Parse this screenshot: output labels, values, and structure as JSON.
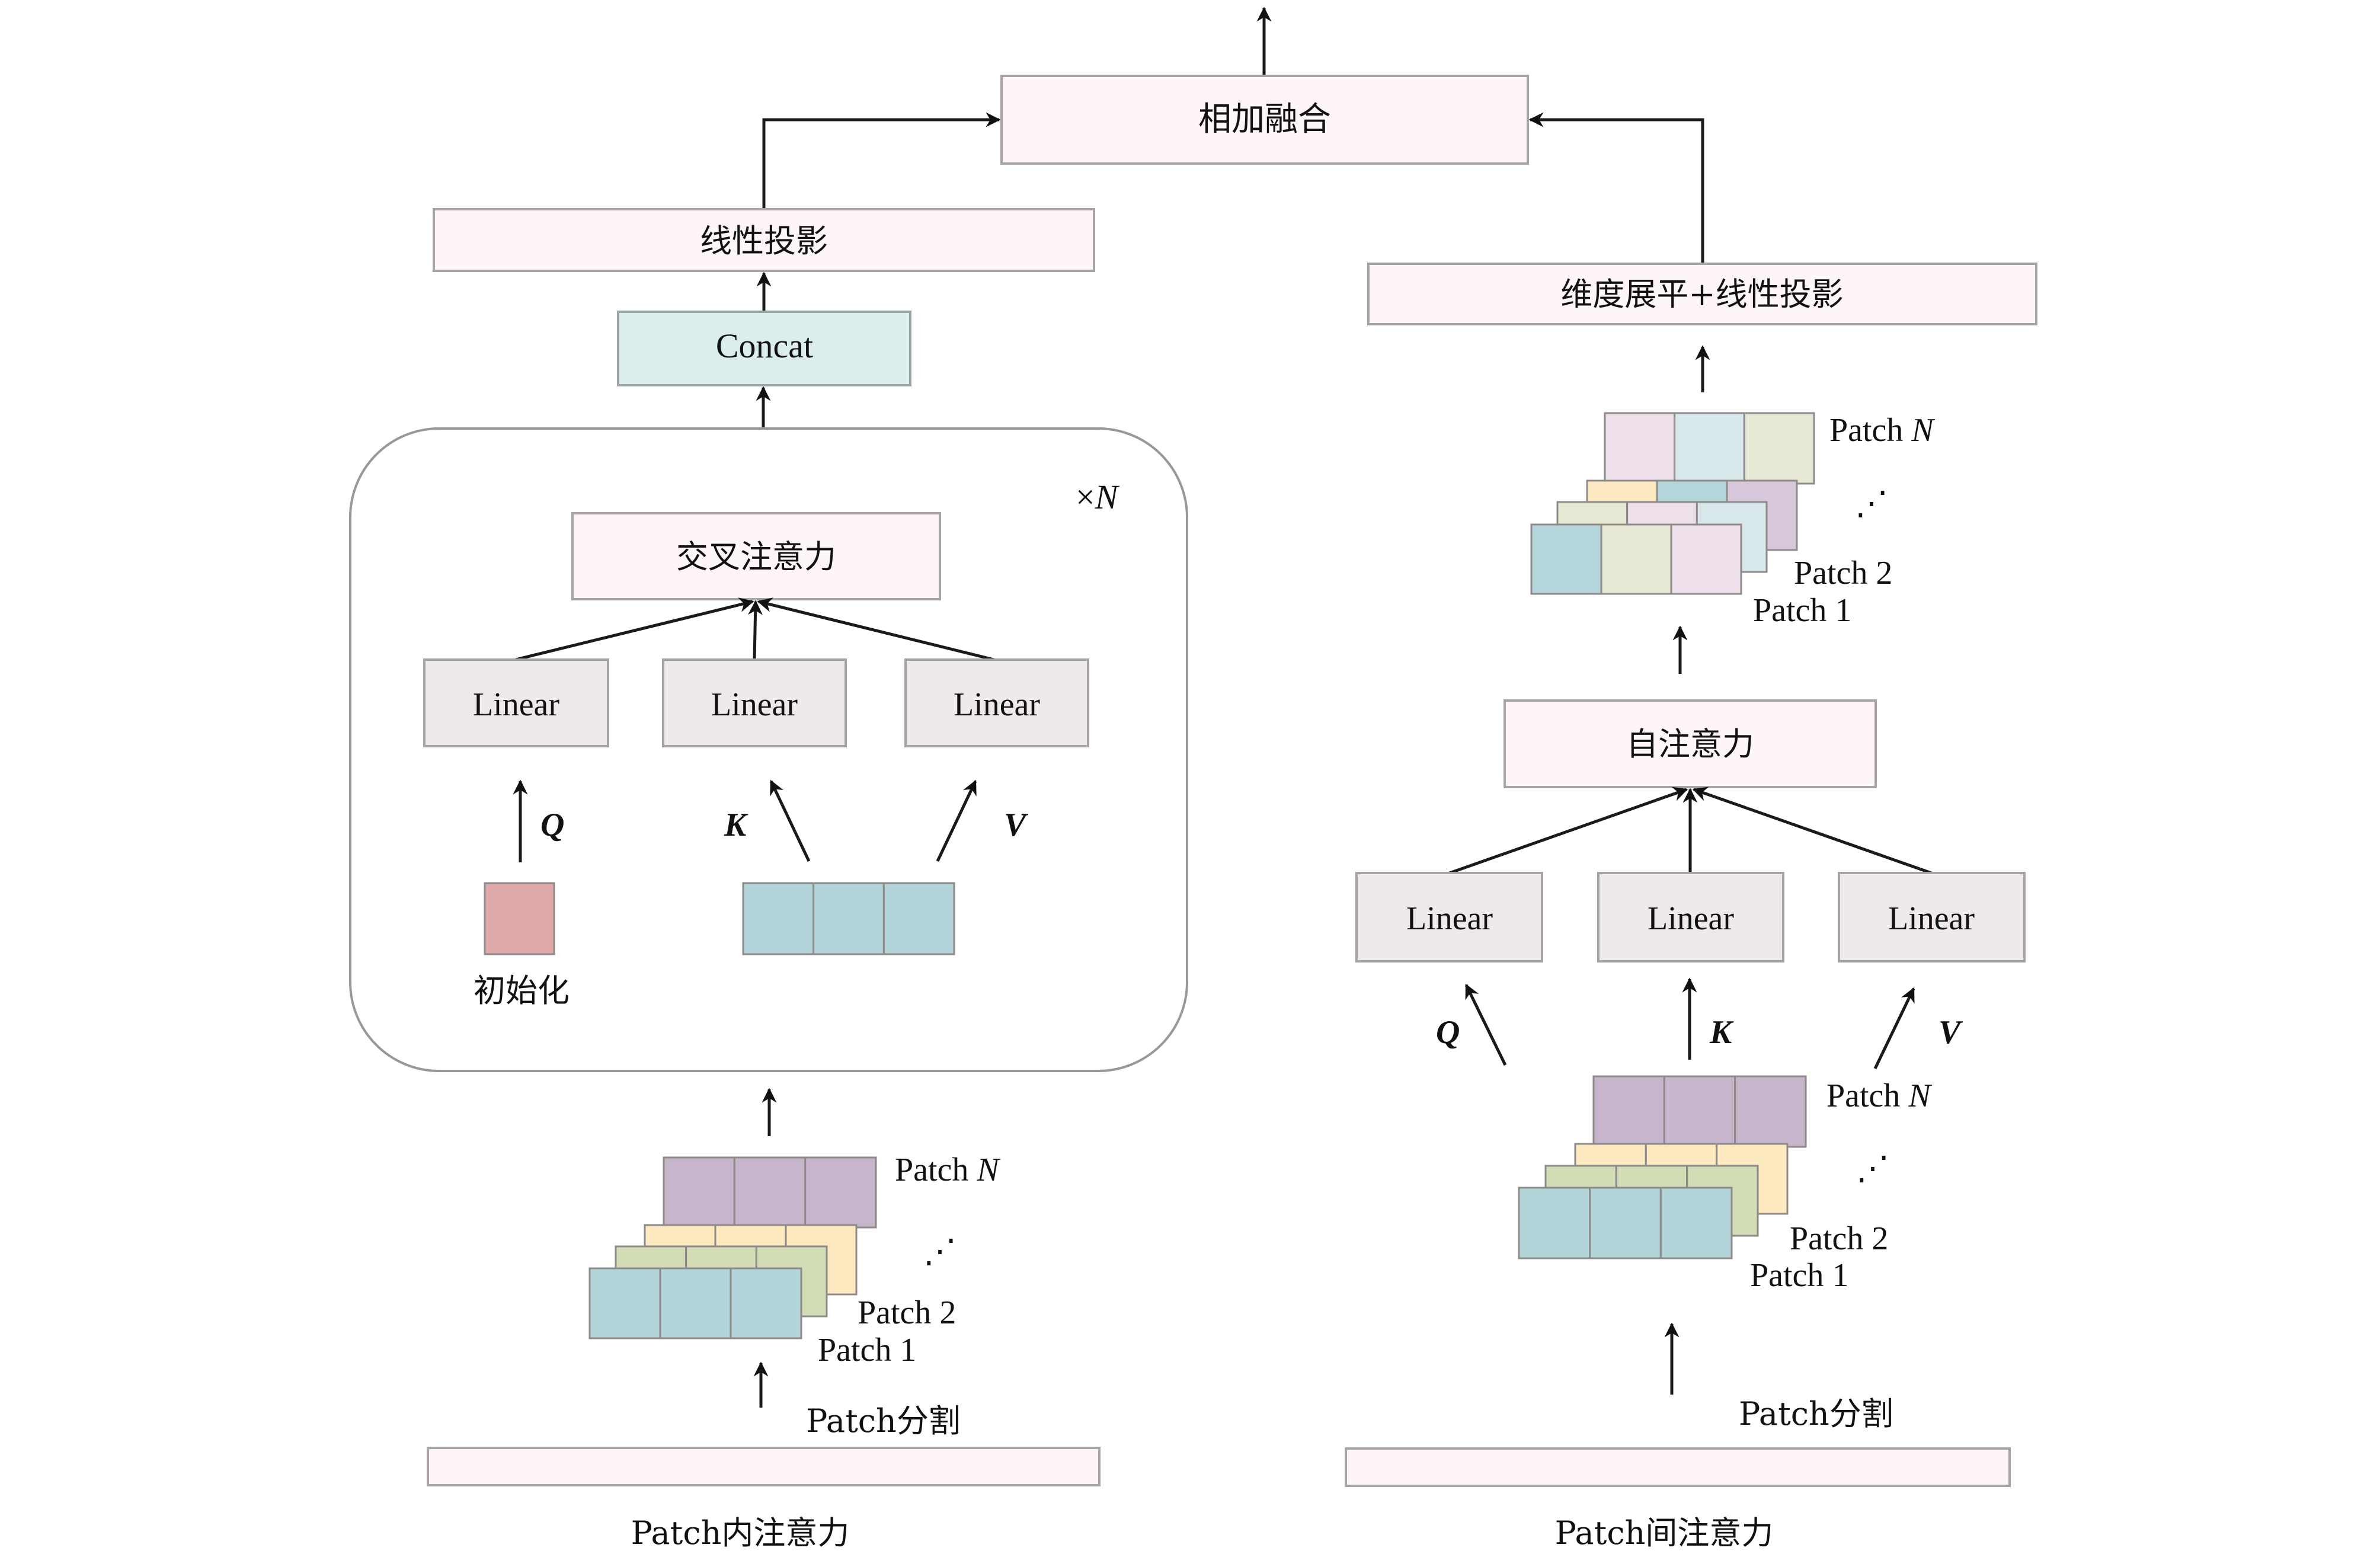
{
  "diagram": {
    "top_fusion": {
      "label": "相加融合"
    },
    "left_branch": {
      "caption": "Patch内注意力",
      "linear_projection": "线性投影",
      "concat": "Concat",
      "repeat_label_prefix": "×",
      "repeat_label_var": "N",
      "cross_attention": "交叉注意力",
      "linear_labels": [
        "Linear",
        "Linear",
        "Linear"
      ],
      "qkv": [
        "Q",
        "K",
        "V"
      ],
      "init_label": "初始化",
      "patch_split": "Patch分割",
      "stack_labels": {
        "n_prefix": "Patch ",
        "n_var": "N",
        "p2": "Patch 2",
        "p1": "Patch 1",
        "ellipsis": "⋰"
      }
    },
    "right_branch": {
      "caption": "Patch间注意力",
      "flatten_projection": "维度展平+线性投影",
      "self_attention": "自注意力",
      "linear_labels": [
        "Linear",
        "Linear",
        "Linear"
      ],
      "qkv": [
        "Q",
        "K",
        "V"
      ],
      "patch_split": "Patch分割",
      "stack_labels": {
        "n_prefix": "Patch ",
        "n_var": "N",
        "p2": "Patch 2",
        "p1": "Patch 1",
        "ellipsis": "⋰"
      },
      "top_stack_labels": {
        "n_prefix": "Patch ",
        "n_var": "N",
        "p2": "Patch 2",
        "p1": "Patch 1",
        "ellipsis": "⋰"
      }
    },
    "colors": {
      "box_fill": "#fdf5f6",
      "concat_fill": "#dcedee",
      "linear_fill": "#eeeaea",
      "init_fill": "#dfa9a9",
      "kv_fill": "#b3d4d8",
      "patch_purple": "#c7b5cc",
      "patch_yellow": "#fde9c0",
      "patch_green": "#d2dcb5",
      "patch_blue": "#b3d4d8",
      "mixed_pink": "#ede0ea",
      "mixed_cyan": "#d8e8ea",
      "mixed_olive": "#e6e8d4",
      "mixed_teal": "#b4d6db",
      "mixed_mauve": "#d8c8db"
    }
  }
}
